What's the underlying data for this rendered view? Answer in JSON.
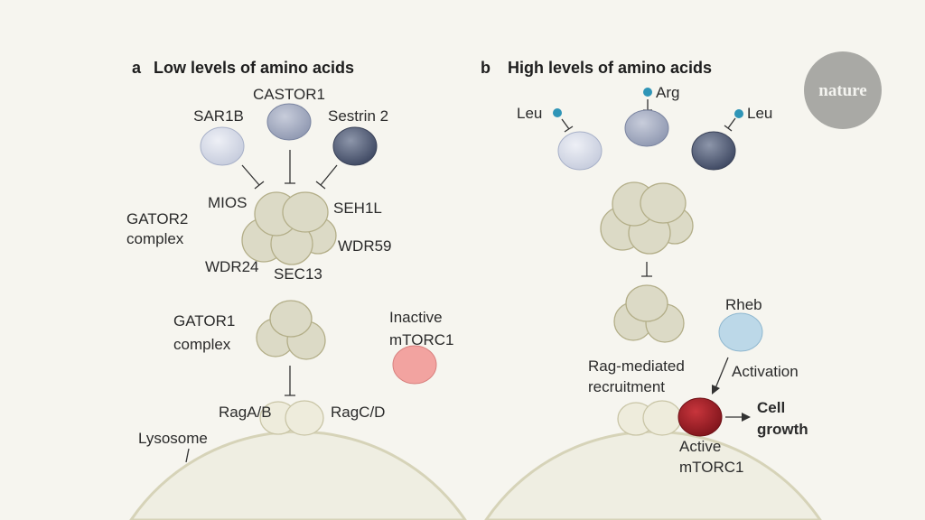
{
  "panel_a": {
    "letter": "a",
    "title": "Low levels of amino acids",
    "sensors": [
      "SAR1B",
      "CASTOR1",
      "Sestrin 2"
    ],
    "gator2": {
      "label1": "GATOR2",
      "label2": "complex",
      "subunits": [
        "MIOS",
        "SEH1L",
        "WDR59",
        "WDR24",
        "SEC13"
      ]
    },
    "gator1": {
      "label1": "GATOR1",
      "label2": "complex"
    },
    "rags": [
      "RagA/B",
      "RagC/D"
    ],
    "mtorc1": {
      "label1": "Inactive",
      "label2": "mTORC1"
    },
    "lysosome": "Lysosome"
  },
  "panel_b": {
    "letter": "b",
    "title": "High levels of amino acids",
    "amino_acids": [
      "Leu",
      "Arg",
      "Leu"
    ],
    "rheb": "Rheb",
    "recruitment": {
      "label1": "Rag-mediated",
      "label2": "recruitment"
    },
    "activation": "Activation",
    "mtorc1": {
      "label1": "Active",
      "label2": "mTORC1"
    },
    "outcome": {
      "label1": "Cell",
      "label2": "growth"
    }
  },
  "logo": "nature",
  "colors": {
    "background": "#f6f5ef",
    "amino_acid": "#2f95b7",
    "active_mtorc1": "#a3202a",
    "inactive_mtorc1": "#f2a3a0",
    "rheb": "#bcd8e8"
  }
}
